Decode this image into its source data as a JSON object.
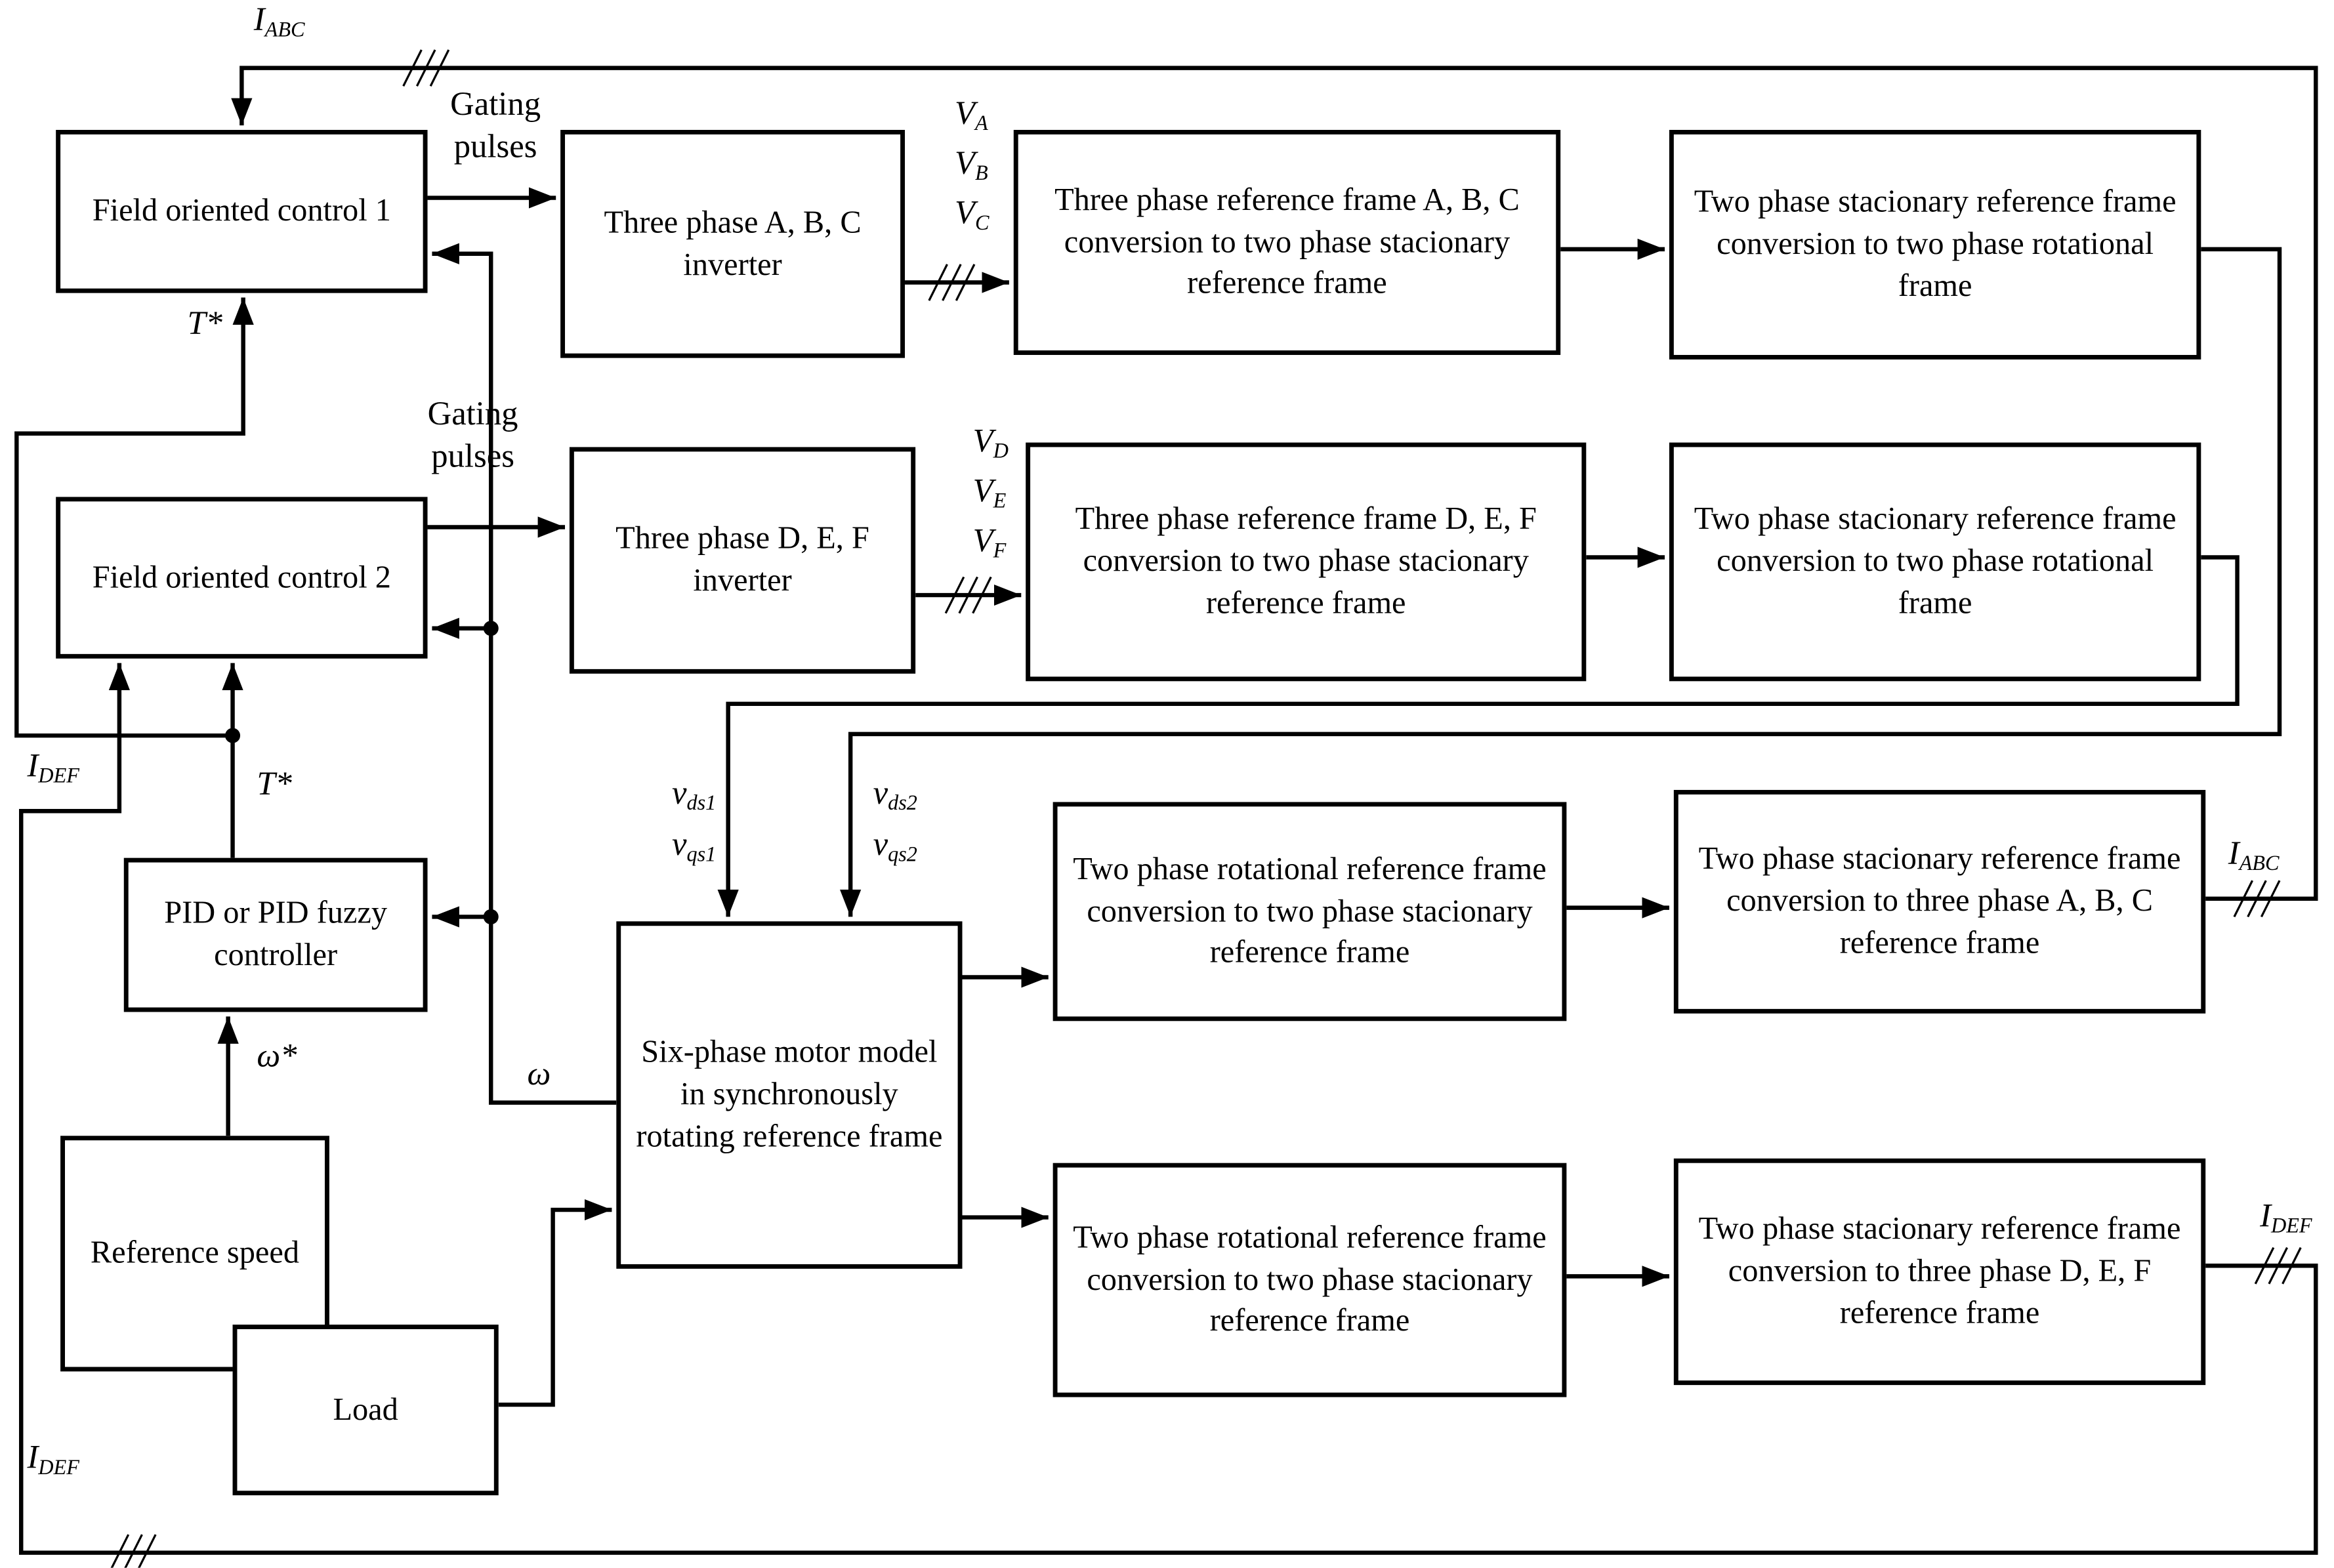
{
  "colors": {
    "line": "#000000",
    "background": "#ffffff"
  },
  "boxes": {
    "foc1": {
      "label": "Field oriented control 1"
    },
    "inverter_abc": {
      "label": "Three phase A, B, C inverter"
    },
    "frame_abc_to_stationary": {
      "label": "Three phase reference frame A, B, C conversion to two phase stacionary reference frame"
    },
    "stationary_to_rotational_1": {
      "label": "Two phase stacionary reference frame conversion to two phase rotational frame"
    },
    "foc2": {
      "label": "Field oriented control 2"
    },
    "inverter_def": {
      "label": "Three phase D, E, F inverter"
    },
    "frame_def_to_stationary": {
      "label": "Three phase reference frame D, E, F conversion to two phase stacionary reference frame"
    },
    "stationary_to_rotational_2": {
      "label": "Two phase stacionary reference frame conversion to two phase rotational frame"
    },
    "pid": {
      "label": "PID or PID fuzzy controller"
    },
    "reference_speed": {
      "label": "Reference speed"
    },
    "motor": {
      "label": "Six-phase motor model in synchronously rotating reference frame"
    },
    "rotational_to_stationary_1": {
      "label": "Two phase rotational reference frame conversion to two phase stacionary reference frame"
    },
    "stationary_to_abc": {
      "label": "Two phase stacionary reference frame conversion to three phase A, B, C reference frame"
    },
    "rotational_to_stationary_2": {
      "label": "Two phase rotational reference frame conversion to two phase stacionary reference frame"
    },
    "stationary_to_def": {
      "label": "Two phase stacionary reference frame conversion to three phase D, E, F reference frame"
    },
    "load": {
      "label": "Load"
    }
  },
  "labels": {
    "i_abc_top": {
      "base": "I",
      "sub": "ABC"
    },
    "i_abc_right": {
      "base": "I",
      "sub": "ABC"
    },
    "i_def_mid": {
      "base": "I",
      "sub": "DEF"
    },
    "i_def_bottom": {
      "base": "I",
      "sub": "DEF"
    },
    "i_def_right": {
      "base": "I",
      "sub": "DEF"
    },
    "gating_1": {
      "text": "Gating pulses"
    },
    "gating_2": {
      "text": "Gating pulses"
    },
    "t_star_foc1": {
      "text": "T*"
    },
    "t_star_foc2": {
      "text": "T*"
    },
    "omega_ref": {
      "text": "ω*"
    },
    "omega_fb": {
      "text": "ω"
    },
    "v_a": {
      "base": "V",
      "sub": "A"
    },
    "v_b": {
      "base": "V",
      "sub": "B"
    },
    "v_c": {
      "base": "V",
      "sub": "C"
    },
    "v_d": {
      "base": "V",
      "sub": "D"
    },
    "v_e": {
      "base": "V",
      "sub": "E"
    },
    "v_f": {
      "base": "V",
      "sub": "F"
    },
    "v_ds1": {
      "base": "v",
      "sub": "ds1"
    },
    "v_qs1": {
      "base": "v",
      "sub": "qs1"
    },
    "v_ds2": {
      "base": "v",
      "sub": "ds2"
    },
    "v_qs2": {
      "base": "v",
      "sub": "qs2"
    }
  }
}
